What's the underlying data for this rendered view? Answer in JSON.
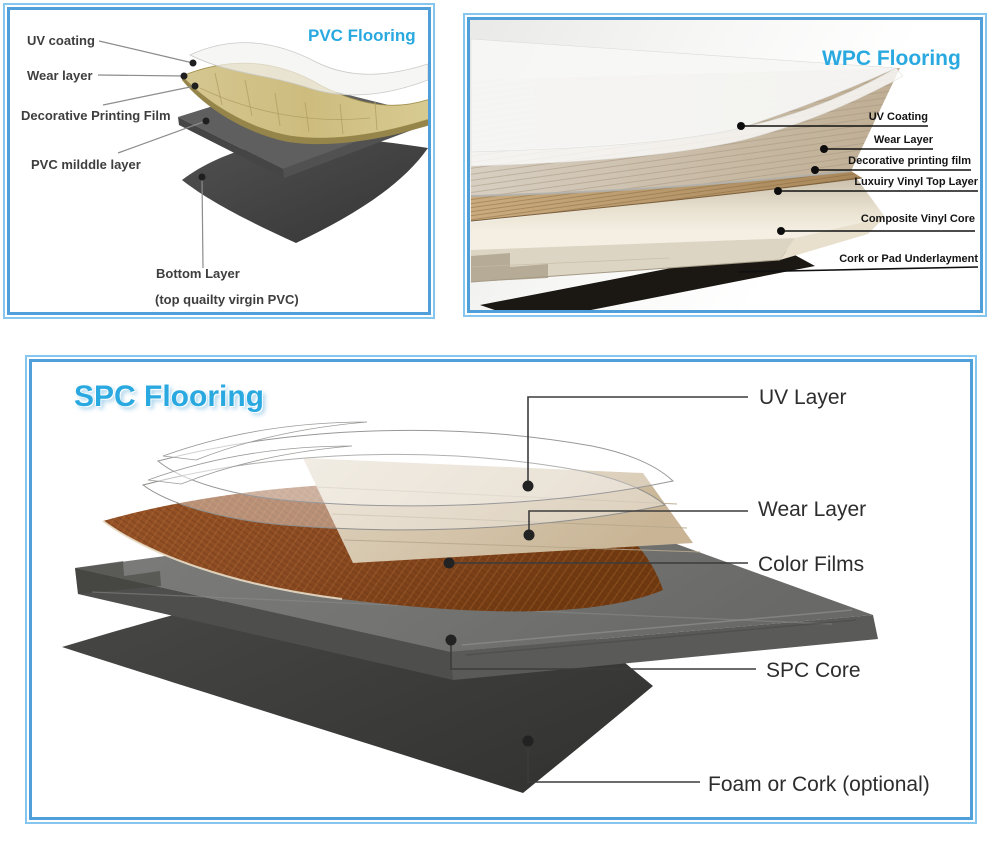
{
  "colors": {
    "accent": "#29a9e0",
    "panel_border_outer": "#85c6ee",
    "panel_border_inner": "#4f9fda",
    "label_dark": "#2d2d2d"
  },
  "panels": {
    "pvc": {
      "title": "PVC Flooring",
      "labels": {
        "uv": "UV coating",
        "wear": "Wear layer",
        "film": "Decorative Printing Film",
        "middle": "PVC milddle layer",
        "bottom": "Bottom Layer",
        "bottom_note": "(top quailty virgin PVC)"
      }
    },
    "wpc": {
      "title": "WPC Flooring",
      "labels": {
        "uv": "UV Coating",
        "wear": "Wear Layer",
        "film": "Decorative printing film",
        "lux": "Luxuiry Vinyl Top Layer",
        "core": "Composite  Vinyl Core",
        "cork": "Cork or Pad Underlayment"
      }
    },
    "spc": {
      "title": "SPC Flooring",
      "labels": {
        "uv": "UV Layer",
        "wear": "Wear Layer",
        "film": "Color Films",
        "core": "SPC Core",
        "foam": "Foam or Cork (optional)"
      }
    }
  }
}
